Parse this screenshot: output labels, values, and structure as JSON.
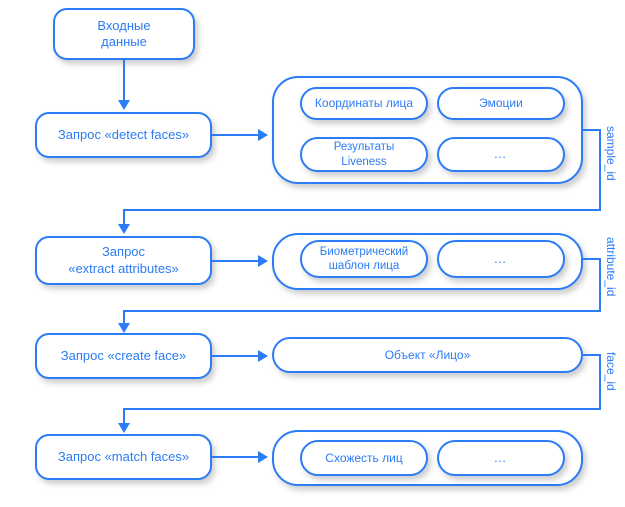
{
  "diagram": {
    "title": "Face recognition API request flow",
    "colors": {
      "brand": "#2b7cf5",
      "text": "#2b7cf5",
      "background": "#ffffff"
    },
    "input": {
      "label": "Входные\nданные",
      "line1": "Входные",
      "line2": "данные"
    },
    "rows": [
      {
        "id": "detect",
        "request_label": "Запрос «detect faces»",
        "results": [
          {
            "label": "Координаты лица"
          },
          {
            "label": "Эмоции"
          },
          {
            "label": "Результаты\nLiveness",
            "line1": "Результаты",
            "line2": "Liveness"
          },
          {
            "label": "…"
          }
        ],
        "output_id": "sample_id"
      },
      {
        "id": "extract",
        "request_label": "Запрос\n«extract attributes»",
        "request_line1": "Запрос",
        "request_line2": "«extract attributes»",
        "results": [
          {
            "label": "Биометрический\nшаблон лица",
            "line1": "Биометрический",
            "line2": "шаблон лица"
          },
          {
            "label": "…"
          }
        ],
        "output_id": "attribute_id"
      },
      {
        "id": "create",
        "request_label": "Запрос «create face»",
        "results": [
          {
            "label": "Объект «Лицо»"
          }
        ],
        "output_id": "face_id"
      },
      {
        "id": "match",
        "request_label": "Запрос «match faces»",
        "results": [
          {
            "label": "Схожесть лиц"
          },
          {
            "label": "…"
          }
        ],
        "output_id": ""
      }
    ]
  }
}
